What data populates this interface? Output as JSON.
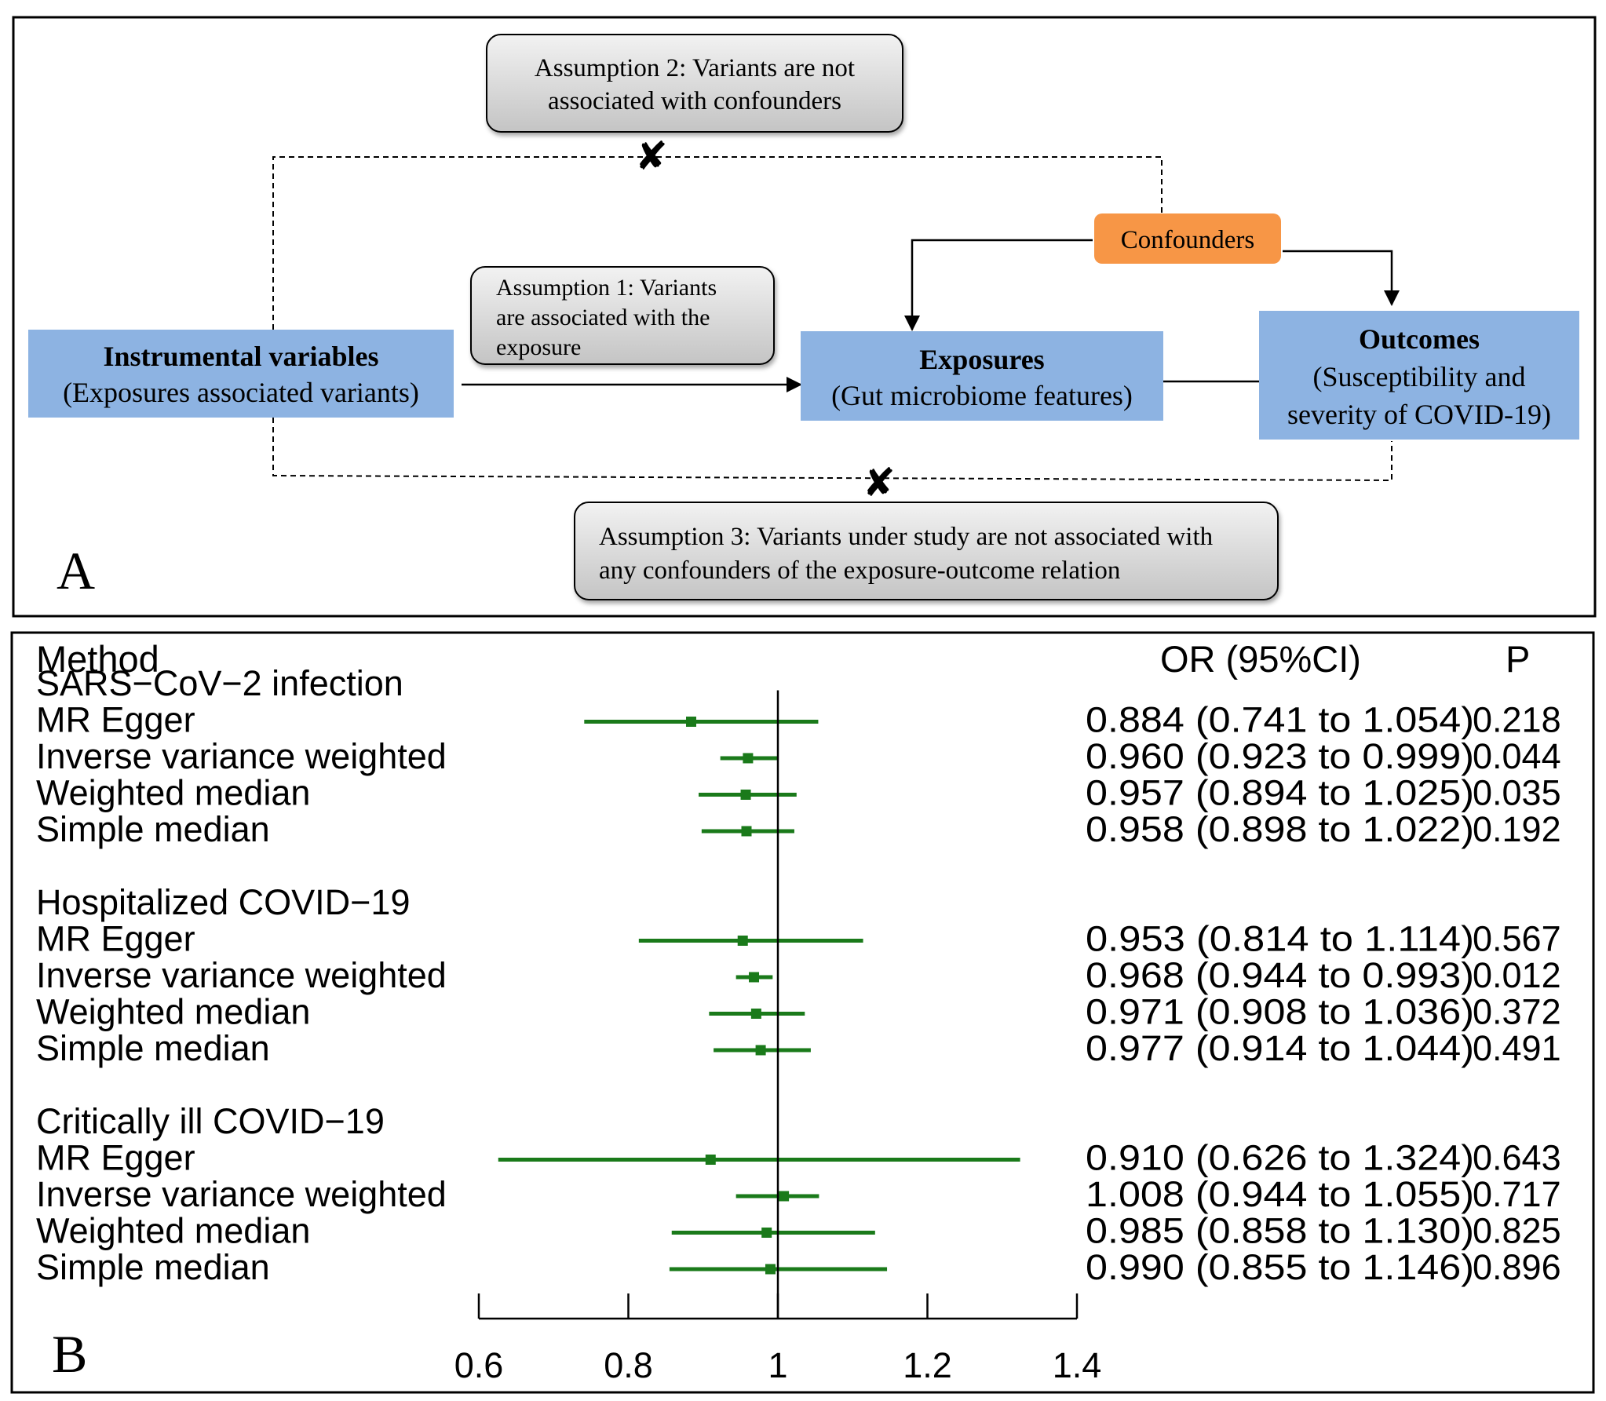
{
  "panel_a": {
    "letter": "A",
    "assumption2": {
      "line1": "Assumption 2: Variants are not",
      "line2": "associated with confounders"
    },
    "assumption1": {
      "line1": "Assumption 1: Variants",
      "line2": "are associated with the",
      "line3": "exposure"
    },
    "assumption3": {
      "line1": "Assumption 3: Variants under study are not associated with",
      "line2": "any confounders of the exposure-outcome relation"
    },
    "confounders": "Confounders",
    "instrumental": {
      "title": "Instrumental variables",
      "subtitle": "(Exposures associated variants)"
    },
    "exposures": {
      "title": "Exposures",
      "subtitle": "(Gut microbiome features)"
    },
    "outcomes": {
      "title": "Outcomes",
      "line2": "(Susceptibility and",
      "line3": "severity of COVID-19)"
    },
    "cross_mark": "✘",
    "colors": {
      "blue_box": "#8db3e2",
      "orange_box": "#f79646",
      "grey_box": "#d4d4d4"
    }
  },
  "panel_b": {
    "letter": "B",
    "header_method": "Method",
    "header_or": "OR (95%CI)",
    "header_p": "P"
  },
  "chart_data": {
    "type": "forest",
    "null_line": 1,
    "xlim": [
      0.6,
      1.4
    ],
    "x_ticks": [
      "0.6",
      "0.8",
      "1",
      "1.2",
      "1.4"
    ],
    "marker_color": "#1a7a1a",
    "groups": [
      {
        "name": "SARS−CoV−2 infection",
        "rows": [
          {
            "method": "MR Egger",
            "or": 0.884,
            "lo": 0.741,
            "hi": 1.054,
            "text": "0.884 (0.741 to 1.054)",
            "p": "0.218"
          },
          {
            "method": "Inverse variance weighted",
            "or": 0.96,
            "lo": 0.923,
            "hi": 0.999,
            "text": "0.960 (0.923 to 0.999)",
            "p": "0.044"
          },
          {
            "method": "Weighted median",
            "or": 0.957,
            "lo": 0.894,
            "hi": 1.025,
            "text": "0.957 (0.894 to 1.025)",
            "p": "0.035"
          },
          {
            "method": "Simple median",
            "or": 0.958,
            "lo": 0.898,
            "hi": 1.022,
            "text": "0.958 (0.898 to 1.022)",
            "p": "0.192"
          }
        ]
      },
      {
        "name": "Hospitalized COVID−19",
        "rows": [
          {
            "method": "MR Egger",
            "or": 0.953,
            "lo": 0.814,
            "hi": 1.114,
            "text": "0.953 (0.814 to 1.114)",
            "p": "0.567"
          },
          {
            "method": "Inverse variance weighted",
            "or": 0.968,
            "lo": 0.944,
            "hi": 0.993,
            "text": "0.968 (0.944 to 0.993)",
            "p": "0.012"
          },
          {
            "method": "Weighted median",
            "or": 0.971,
            "lo": 0.908,
            "hi": 1.036,
            "text": "0.971 (0.908 to 1.036)",
            "p": "0.372"
          },
          {
            "method": "Simple median",
            "or": 0.977,
            "lo": 0.914,
            "hi": 1.044,
            "text": "0.977 (0.914 to 1.044)",
            "p": "0.491"
          }
        ]
      },
      {
        "name": "Critically ill COVID−19",
        "rows": [
          {
            "method": "MR Egger",
            "or": 0.91,
            "lo": 0.626,
            "hi": 1.324,
            "text": "0.910 (0.626 to 1.324)",
            "p": "0.643"
          },
          {
            "method": "Inverse variance weighted",
            "or": 1.008,
            "lo": 0.944,
            "hi": 1.055,
            "text": "1.008 (0.944 to 1.055)",
            "p": "0.717"
          },
          {
            "method": "Weighted median",
            "or": 0.985,
            "lo": 0.858,
            "hi": 1.13,
            "text": "0.985 (0.858 to 1.130)",
            "p": "0.825"
          },
          {
            "method": "Simple median",
            "or": 0.99,
            "lo": 0.855,
            "hi": 1.146,
            "text": "0.990 (0.855 to 1.146)",
            "p": "0.896"
          }
        ]
      }
    ]
  }
}
